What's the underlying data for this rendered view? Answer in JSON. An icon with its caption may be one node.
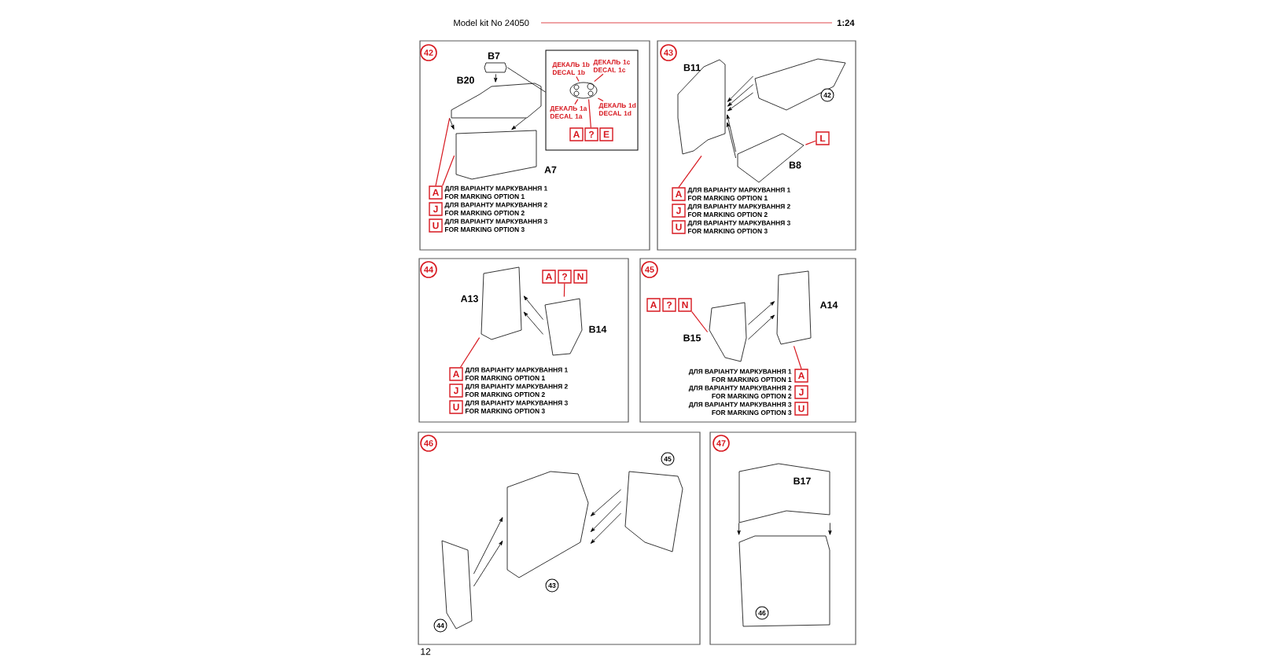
{
  "diagram": {
    "nodes": [
      {
        "text": [
          "42"
        ]
      },
      {
        "text": [
          "B7"
        ],
        "in": 0
      },
      {
        "text": [
          "B20"
        ],
        "in": 0
      },
      {
        "text": [
          "A7"
        ],
        "in": 0
      },
      {
        "text": [],
        "shape": "box",
        "in": 0
      },
      {
        "text": [],
        "shape": "picture",
        "in": 4
      },
      {
        "text": [
          "ДЕКАЛЬ 1b DECAL 1b"
        ],
        "in": 4
      },
      {
        "text": [
          "ДЕКАЛЬ 1c DECAL 1c"
        ],
        "in": 4
      },
      {
        "text": [
          "ДЕКАЛЬ 1a DECAL 1a"
        ],
        "in": 4
      },
      {
        "text": [
          "ДЕКАЛЬ 1d DECAL 1d"
        ],
        "in": 4
      },
      {
        "text": [
          "A"
        ],
        "in": 4
      },
      {
        "text": [
          "?"
        ],
        "in": 4
      },
      {
        "text": [
          "E"
        ],
        "in": 4
      },
      {
        "text": [
          "A"
        ],
        "in": 0,
        "beside": [
          "ДЛЯ ВАРІАНТУ МАРКУВАННЯ 1",
          "FOR MARKING OPTION 1"
        ]
      },
      {
        "text": [
          "J"
        ],
        "in": 0,
        "beside": [
          "ДЛЯ ВАРІАНТУ МАРКУВАННЯ 2",
          "FOR MARKING OPTION 2"
        ]
      },
      {
        "text": [
          "U"
        ],
        "in": 0,
        "beside": [
          "ДЛЯ ВАРІАНТУ МАРКУВАННЯ 3",
          "FOR MARKING OPTION 3"
        ]
      },
      {
        "text": [
          "43"
        ]
      },
      {
        "text": [
          "B11"
        ],
        "in": 16
      },
      {
        "text": [
          "42"
        ],
        "in": 16
      },
      {
        "text": [
          "B8"
        ],
        "in": 16
      },
      {
        "text": [
          "L"
        ],
        "in": 16
      },
      {
        "text": [
          "A"
        ],
        "in": 16,
        "beside": [
          "ДЛЯ ВАРІАНТУ МАРКУВАННЯ 1",
          "FOR MARKING OPTION 1"
        ]
      },
      {
        "text": [
          "J"
        ],
        "in": 16,
        "beside": [
          "ДЛЯ ВАРІАНТУ МАРКУВАННЯ 2",
          "FOR MARKING OPTION 2"
        ]
      },
      {
        "text": [
          "U"
        ],
        "in": 16,
        "beside": [
          "ДЛЯ ВАРІАНТУ МАРКУВАННЯ 3",
          "FOR MARKING OPTION 3"
        ]
      },
      {
        "text": [
          "44"
        ]
      },
      {
        "text": [
          "A13"
        ],
        "in": 24
      },
      {
        "text": [
          "B14"
        ],
        "in": 24
      },
      {
        "text": [
          "A"
        ],
        "in": 24
      },
      {
        "text": [
          "?"
        ],
        "in": 24
      },
      {
        "text": [
          "N"
        ],
        "in": 24
      },
      {
        "text": [
          "A"
        ],
        "in": 24,
        "beside": [
          "ДЛЯ ВАРІАНТУ МАРКУВАННЯ 1",
          "FOR MARKING OPTION 1"
        ]
      },
      {
        "text": [
          "J"
        ],
        "in": 24,
        "beside": [
          "ДЛЯ ВАРІАНТУ МАРКУВАННЯ 2",
          "FOR MARKING OPTION 2"
        ]
      },
      {
        "text": [
          "U"
        ],
        "in": 24,
        "beside": [
          "ДЛЯ ВАРІАНТУ МАРКУВАННЯ 3",
          "FOR MARKING OPTION 3"
        ]
      },
      {
        "text": [
          "45"
        ]
      },
      {
        "text": [
          "A"
        ],
        "in": 33
      },
      {
        "text": [
          "?"
        ],
        "in": 33
      },
      {
        "text": [
          "N"
        ],
        "in": 33
      },
      {
        "text": [
          "B15"
        ],
        "in": 33
      },
      {
        "text": [
          "A14"
        ],
        "in": 33
      },
      {
        "text": [
          "A"
        ],
        "in": 33,
        "beside": [
          "ДЛЯ ВАРІАНТУ МАРКУВАННЯ 1",
          "FOR MARKING OPTION 1"
        ]
      },
      {
        "text": [
          "J"
        ],
        "in": 33,
        "beside": [
          "ДЛЯ ВАРІАНТУ МАРКУВАННЯ 2",
          "FOR MARKING OPTION 2"
        ]
      },
      {
        "text": [
          "U"
        ],
        "in": 33,
        "beside": [
          "ДЛЯ ВАРІАНТУ МАРКУВАННЯ 3",
          "FOR MARKING OPTION 3"
        ]
      },
      {
        "text": [
          "46"
        ]
      },
      {
        "text": [
          "45"
        ],
        "in": 42
      },
      {
        "text": [
          "43"
        ],
        "in": 42
      },
      {
        "text": [
          "44"
        ],
        "in": 42
      },
      {
        "text": [
          "47"
        ]
      },
      {
        "text": [
          "B17"
        ],
        "in": 46
      },
      {
        "text": [
          "46"
        ],
        "in": 46
      }
    ],
    "edges": [
      {
        "from": 1,
        "to": 2,
        "arrow": "to"
      },
      {
        "from": 2,
        "to": 3,
        "arrow": "to"
      },
      {
        "from": 2,
        "to": 3,
        "arrow": "to"
      },
      {
        "from": 1,
        "to": 4,
        "arrow": "none"
      },
      {
        "from": 6,
        "to": 5,
        "arrow": "none",
        "color": "#d71920"
      },
      {
        "from": 7,
        "to": 5,
        "arrow": "none",
        "color": "#d71920"
      },
      {
        "from": 8,
        "to": 5,
        "arrow": "none",
        "color": "#d71920"
      },
      {
        "from": 9,
        "to": 5,
        "arrow": "none",
        "color": "#d71920"
      },
      {
        "from": 11,
        "to": 5,
        "arrow": "none",
        "color": "#d71920"
      },
      {
        "from": 13,
        "to": 2,
        "arrow": "none",
        "color": "#d71920"
      },
      {
        "from": 13,
        "to": 3,
        "arrow": "none",
        "color": "#d71920"
      },
      {
        "from": 18,
        "to": 17,
        "arrow": "to"
      },
      {
        "from": 18,
        "to": 17,
        "arrow": "to"
      },
      {
        "from": 18,
        "to": 17,
        "arrow": "to"
      },
      {
        "from": 19,
        "to": 17,
        "arrow": "to"
      },
      {
        "from": 19,
        "to": 17,
        "arrow": "to"
      },
      {
        "from": 20,
        "to": 19,
        "arrow": "none",
        "color": "#d71920"
      },
      {
        "from": 21,
        "to": 17,
        "arrow": "none",
        "color": "#d71920"
      },
      {
        "from": 26,
        "to": 25,
        "arrow": "to"
      },
      {
        "from": 26,
        "to": 25,
        "arrow": "to"
      },
      {
        "from": 28,
        "to": 26,
        "arrow": "none",
        "color": "#d71920"
      },
      {
        "from": 30,
        "to": 25,
        "arrow": "none",
        "color": "#d71920"
      },
      {
        "from": 37,
        "to": 38,
        "arrow": "to"
      },
      {
        "from": 37,
        "to": 38,
        "arrow": "to"
      },
      {
        "from": 36,
        "to": 37,
        "arrow": "none",
        "color": "#d71920"
      },
      {
        "from": 39,
        "to": 38,
        "arrow": "none",
        "color": "#d71920"
      },
      {
        "from": 43,
        "to": 44,
        "arrow": "to"
      },
      {
        "from": 43,
        "to": 44,
        "arrow": "to"
      },
      {
        "from": 43,
        "to": 44,
        "arrow": "to"
      },
      {
        "from": 45,
        "to": 44,
        "arrow": "to"
      },
      {
        "from": 45,
        "to": 44,
        "arrow": "to"
      },
      {
        "from": 47,
        "to": 48,
        "arrow": "to"
      },
      {
        "from": 47,
        "to": 48,
        "arrow": "to"
      }
    ],
    "labels": [
      "Model kit No 24050",
      "1:24",
      "12"
    ]
  }
}
